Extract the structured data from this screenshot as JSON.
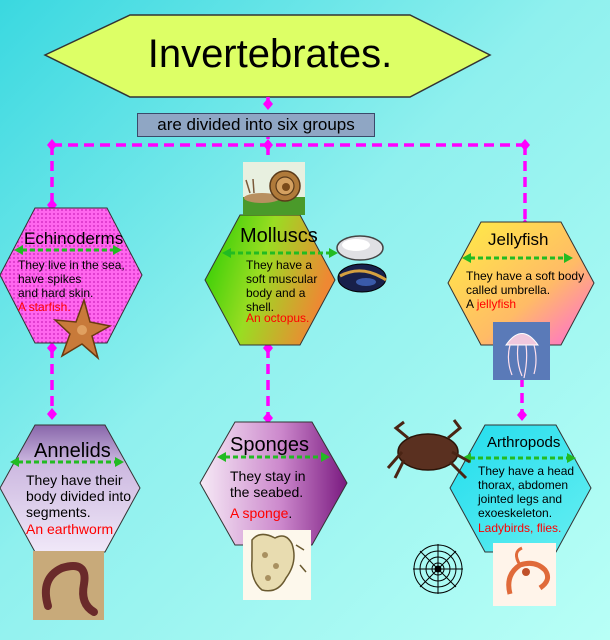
{
  "title": "Invertebrates.",
  "subtitle": "are divided into six groups",
  "groups": {
    "echinoderms": {
      "name": "Echinoderms",
      "description": [
        "They live in the sea,",
        "have spikes",
        "and hard skin."
      ],
      "example": "A starfish."
    },
    "molluscs": {
      "name": "Molluscs",
      "description": [
        "They have a",
        "soft muscular",
        "body and a",
        "shell."
      ],
      "example": "An octopus."
    },
    "jellyfish": {
      "name": "Jellyfish",
      "description": [
        "They have a soft body",
        "called umbrella."
      ],
      "example_prefix": "A ",
      "example": "jellyfish"
    },
    "annelids": {
      "name": "Annelids",
      "description": [
        "They have their",
        "body divided into",
        "segments."
      ],
      "example": "An earthworm"
    },
    "sponges": {
      "name": "Sponges",
      "description": [
        "They stay in",
        "the seabed."
      ],
      "example": "A sponge",
      "example_suffix": "."
    },
    "arthropods": {
      "name": "Arthropods",
      "description": [
        "They have a head",
        "thorax, abdomen",
        "jointed legs and",
        "exoeskeleton."
      ],
      "example": "Ladybirds, flies."
    }
  },
  "colors": {
    "connector": "#ff00ff",
    "arrow": "#22bb22",
    "title_fill": "#ddff66",
    "example_text": "#ff0000"
  }
}
